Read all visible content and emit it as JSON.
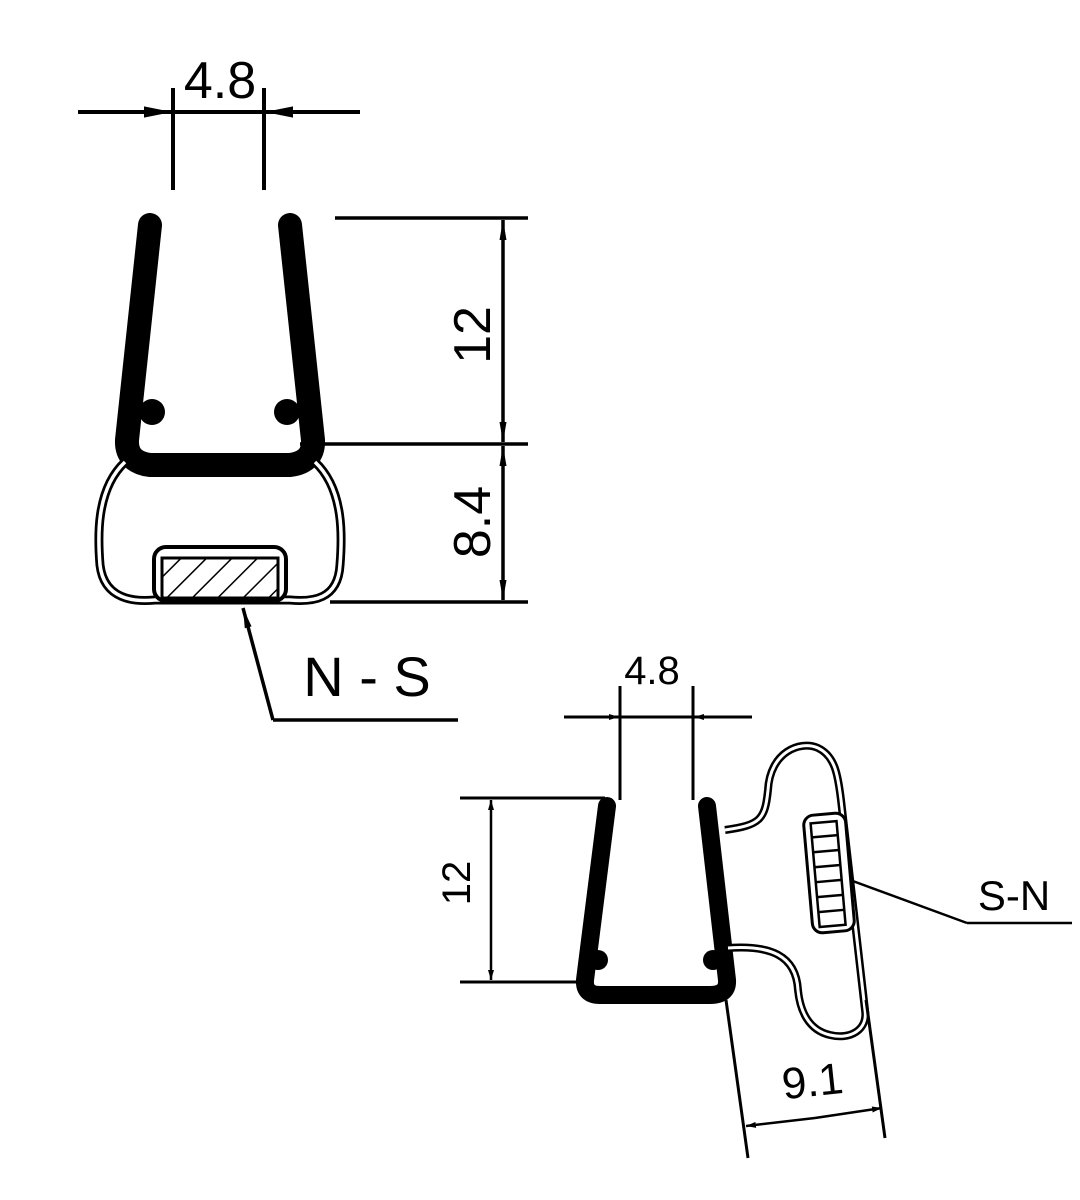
{
  "colors": {
    "background": "#ffffff",
    "ink": "#000000"
  },
  "profile_front": {
    "top_width_dim": "4.8",
    "channel_height_dim": "12",
    "bulb_height_dim": "8.4",
    "magnet_label": "N - S"
  },
  "profile_side": {
    "top_width_dim": "4.8",
    "channel_height_dim": "12",
    "bulb_width_dim": "9.1",
    "magnet_label": "S-N"
  }
}
